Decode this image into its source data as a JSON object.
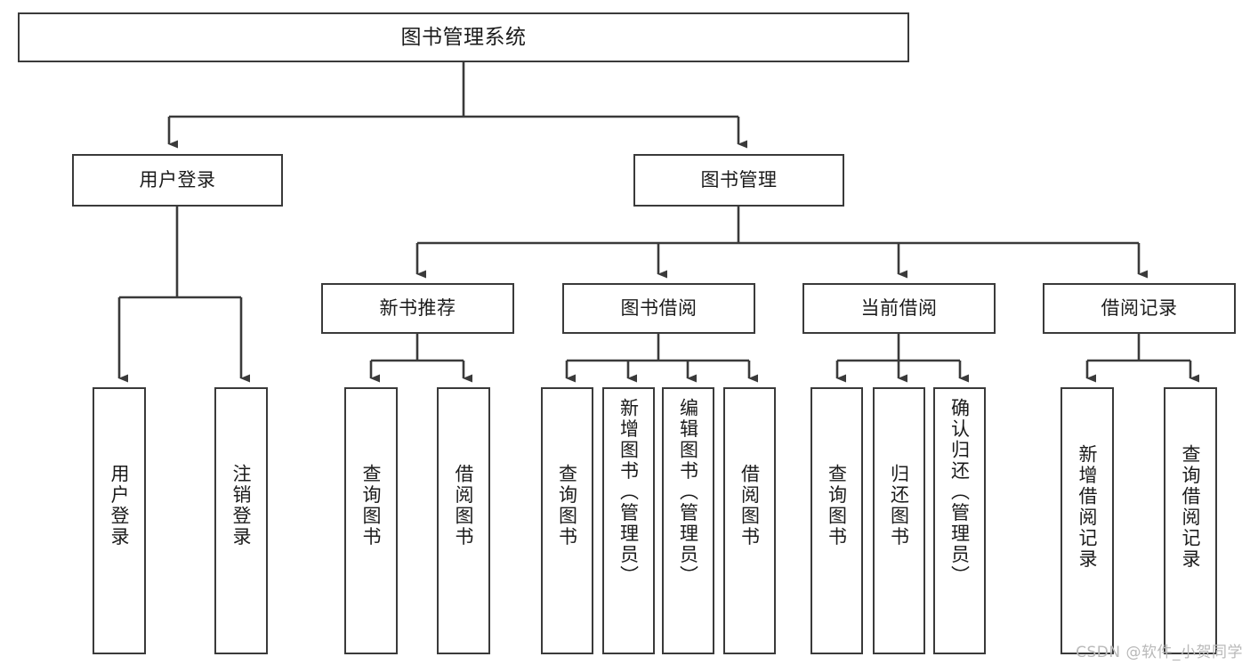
{
  "meta": {
    "title": "图书管理系统 功能结构图",
    "watermark": "CSDN @软件_小贺同学",
    "colors": {
      "background": "#ffffff",
      "box_border": "#3a3a3a",
      "box_fill": "#ffffff",
      "text": "#1b1b1b",
      "connector": "#3a3a3a",
      "watermark": "#b9b9b9"
    }
  },
  "chart_data": {
    "type": "tree-diagram",
    "title": "图书管理系统",
    "orientation": "top-down",
    "levels": 4
  },
  "root": {
    "label": "图书管理系统"
  },
  "level2": [
    {
      "label": "用户登录"
    },
    {
      "label": "图书管理"
    }
  ],
  "level3": [
    {
      "label": "新书推荐"
    },
    {
      "label": "图书借阅"
    },
    {
      "label": "当前借阅"
    },
    {
      "label": "借阅记录"
    }
  ],
  "leaves": {
    "user_login": [
      {
        "label": "用户登录"
      },
      {
        "label": "注销登录"
      }
    ],
    "new_book_recommend": [
      {
        "label": "查询图书"
      },
      {
        "label": "借阅图书"
      }
    ],
    "book_borrow": [
      {
        "label": "查询图书"
      },
      {
        "label": "新增图书（管理员）"
      },
      {
        "label": "编辑图书（管理员）"
      },
      {
        "label": "借阅图书"
      }
    ],
    "current_borrow": [
      {
        "label": "查询图书"
      },
      {
        "label": "归还图书"
      },
      {
        "label": "确认归还（管理员）"
      }
    ],
    "borrow_records": [
      {
        "label": "新增借阅记录"
      },
      {
        "label": "查询借阅记录"
      }
    ]
  }
}
